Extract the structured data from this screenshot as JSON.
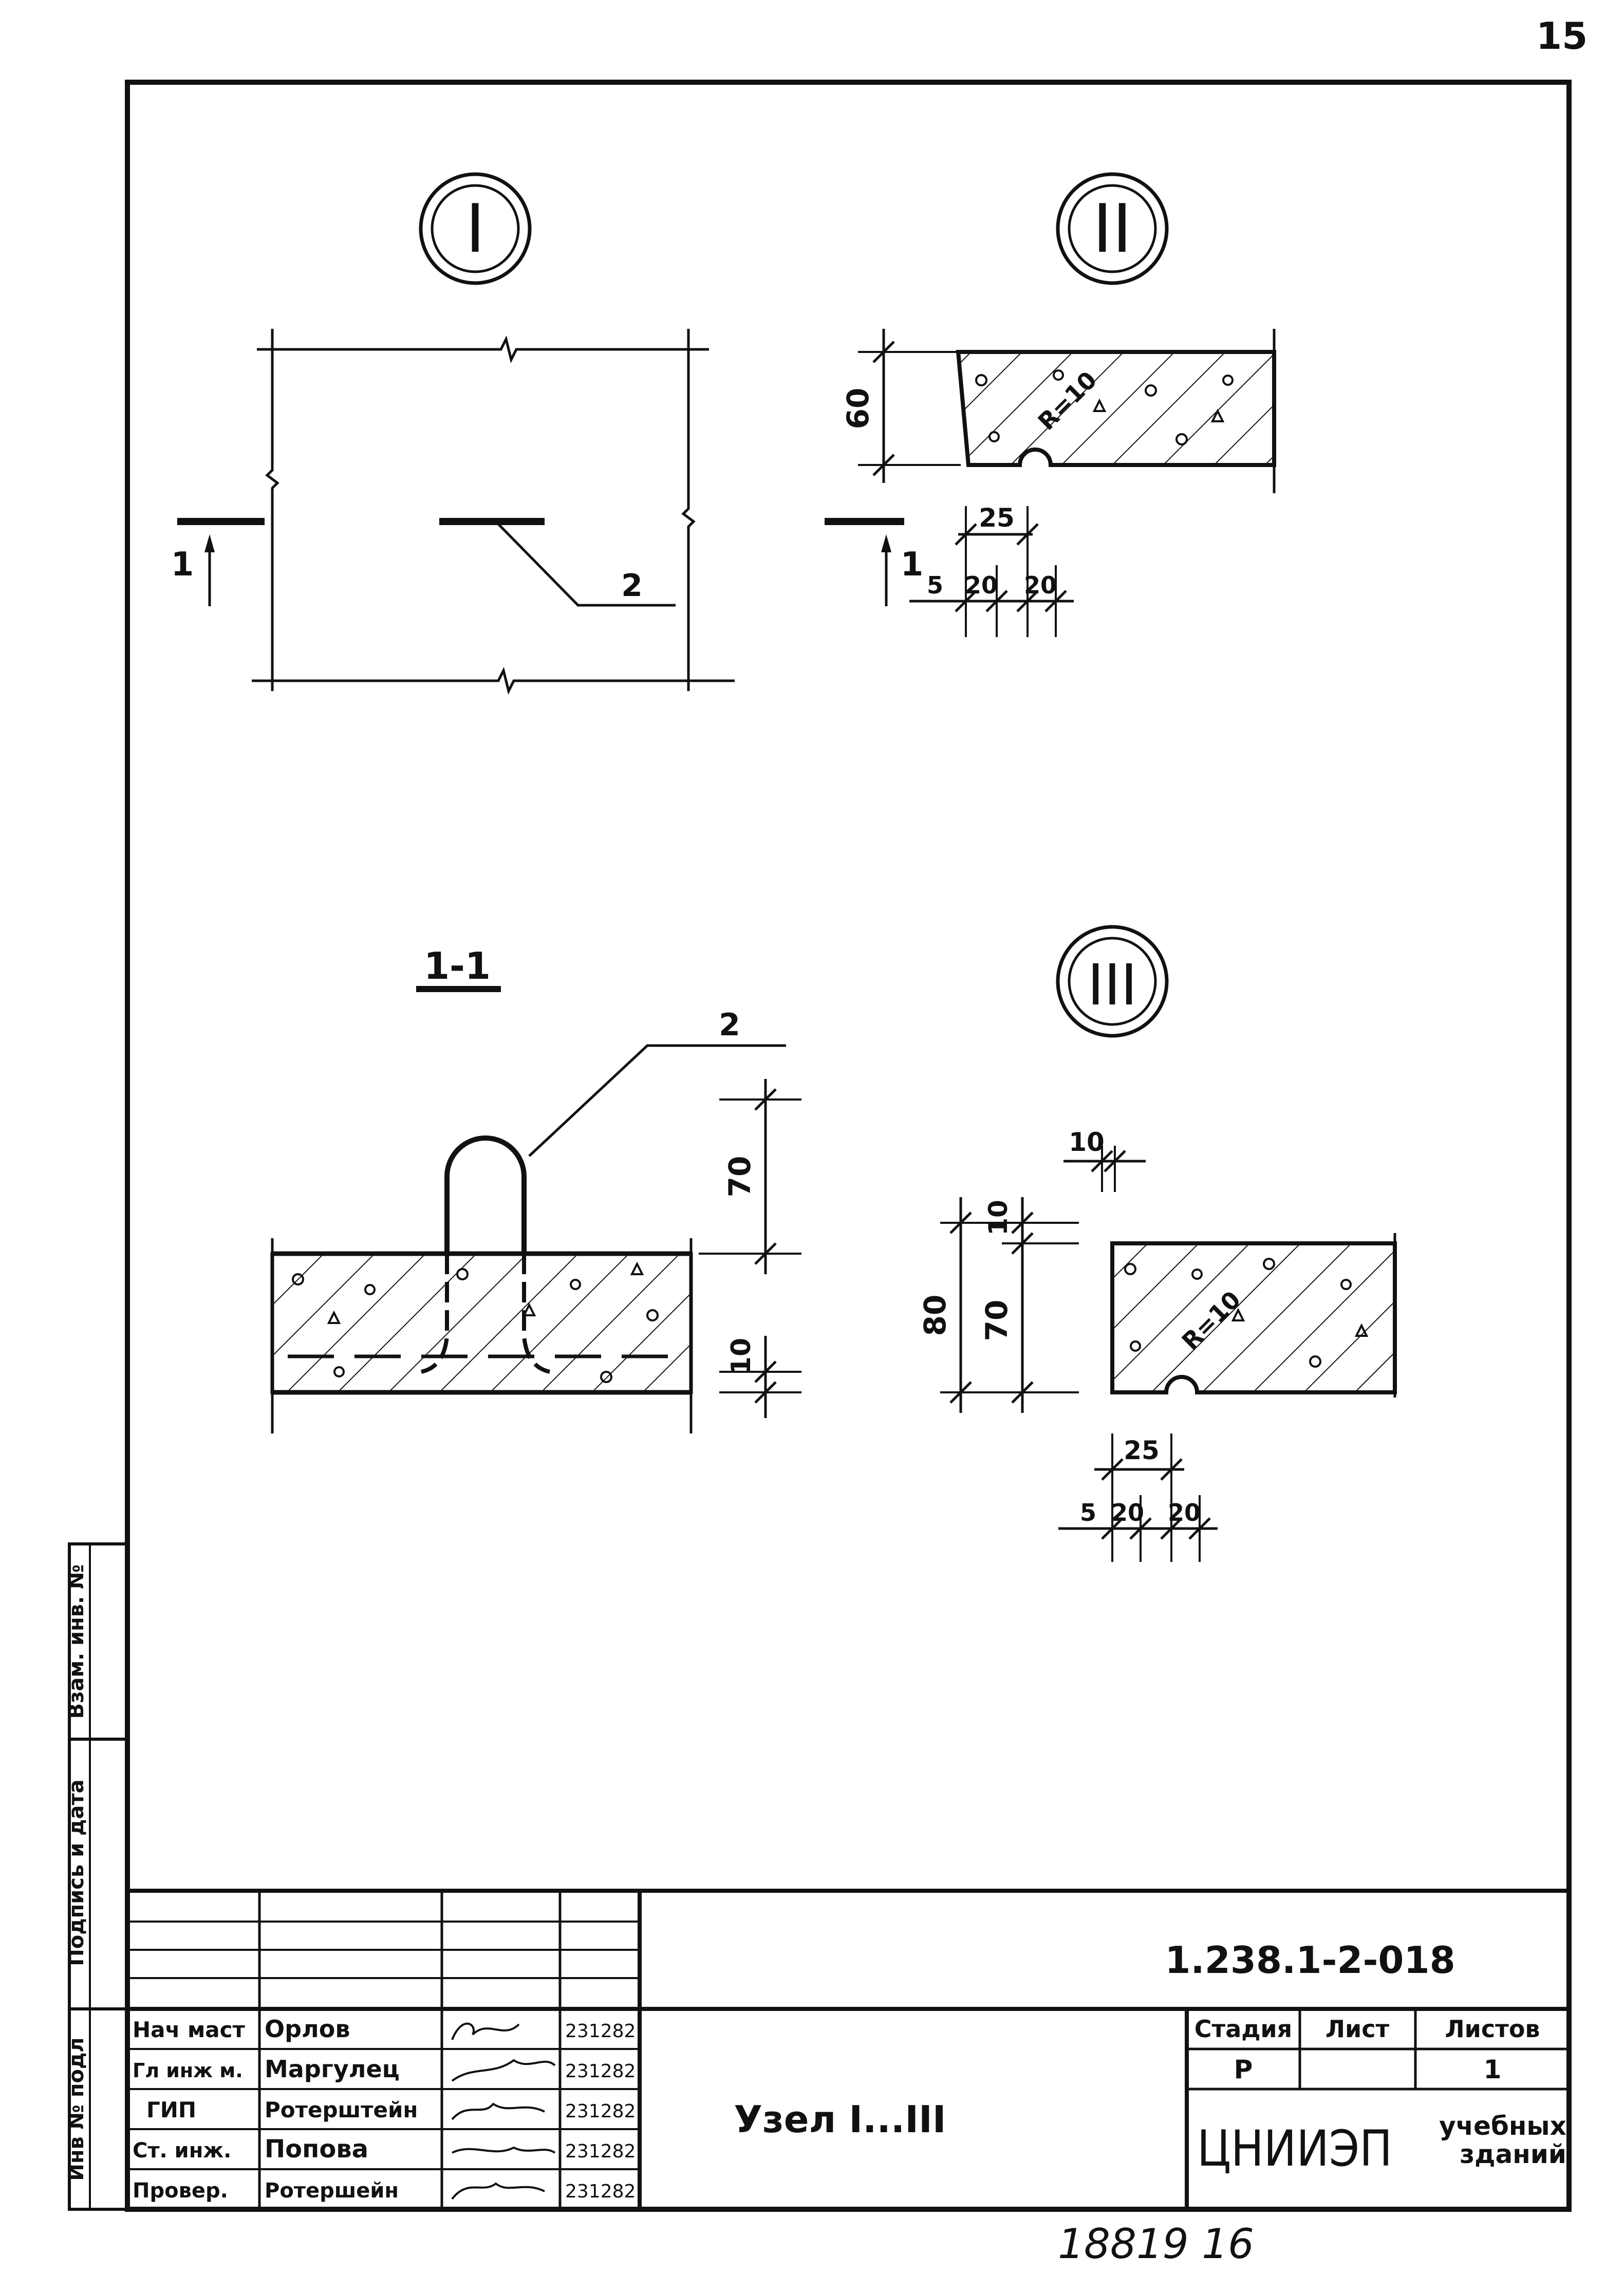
{
  "sheet": {
    "page_number": "15",
    "archive_number": "18819  16"
  },
  "title_block": {
    "designation": "1.238.1-2-018",
    "title": "Узел I...III",
    "organization_main": "ЦНИИЭП",
    "organization_sub_1": "учебных",
    "organization_sub_2": "зданий",
    "stage_header": "Стадия",
    "sheet_header": "Лист",
    "sheets_header": "Листов",
    "stage_value": "Р",
    "sheet_value": "",
    "sheets_value": "1",
    "signers": [
      {
        "role": "Нач маст",
        "name": "Орлов",
        "date": "231282"
      },
      {
        "role": "Гл инж м.",
        "name": "Маргулец",
        "date": "231282"
      },
      {
        "role": "ГИП",
        "name": "Ротерштейн",
        "date": "231282"
      },
      {
        "role": "Ст. инж.",
        "name": "Попова",
        "date": "231282"
      },
      {
        "role": "Провер.",
        "name": "Ротершейн",
        "date": "231282"
      }
    ]
  },
  "side_stamp": {
    "inv_orig": "Инв № подл",
    "sign_date": "Подпись и дата",
    "replace_inv": "Взам. инв. №"
  },
  "views": {
    "node1": {
      "label": "I",
      "section_mark": "1",
      "leader_label": "2"
    },
    "node2": {
      "label": "II",
      "dim_height": "60",
      "radius": "R=10",
      "dim_25": "25",
      "dim_5": "5",
      "dim_20a": "20",
      "dim_20b": "20"
    },
    "section": {
      "label": "1-1",
      "leader_label": "2",
      "dim_70": "70",
      "dim_10": "10"
    },
    "node3": {
      "label": "III",
      "dim_10_top": "10",
      "dim_10_side": "10",
      "dim_80": "80",
      "dim_70": "70",
      "radius": "R=10",
      "dim_25": "25",
      "dim_5": "5",
      "dim_20a": "20",
      "dim_20b": "20"
    }
  }
}
